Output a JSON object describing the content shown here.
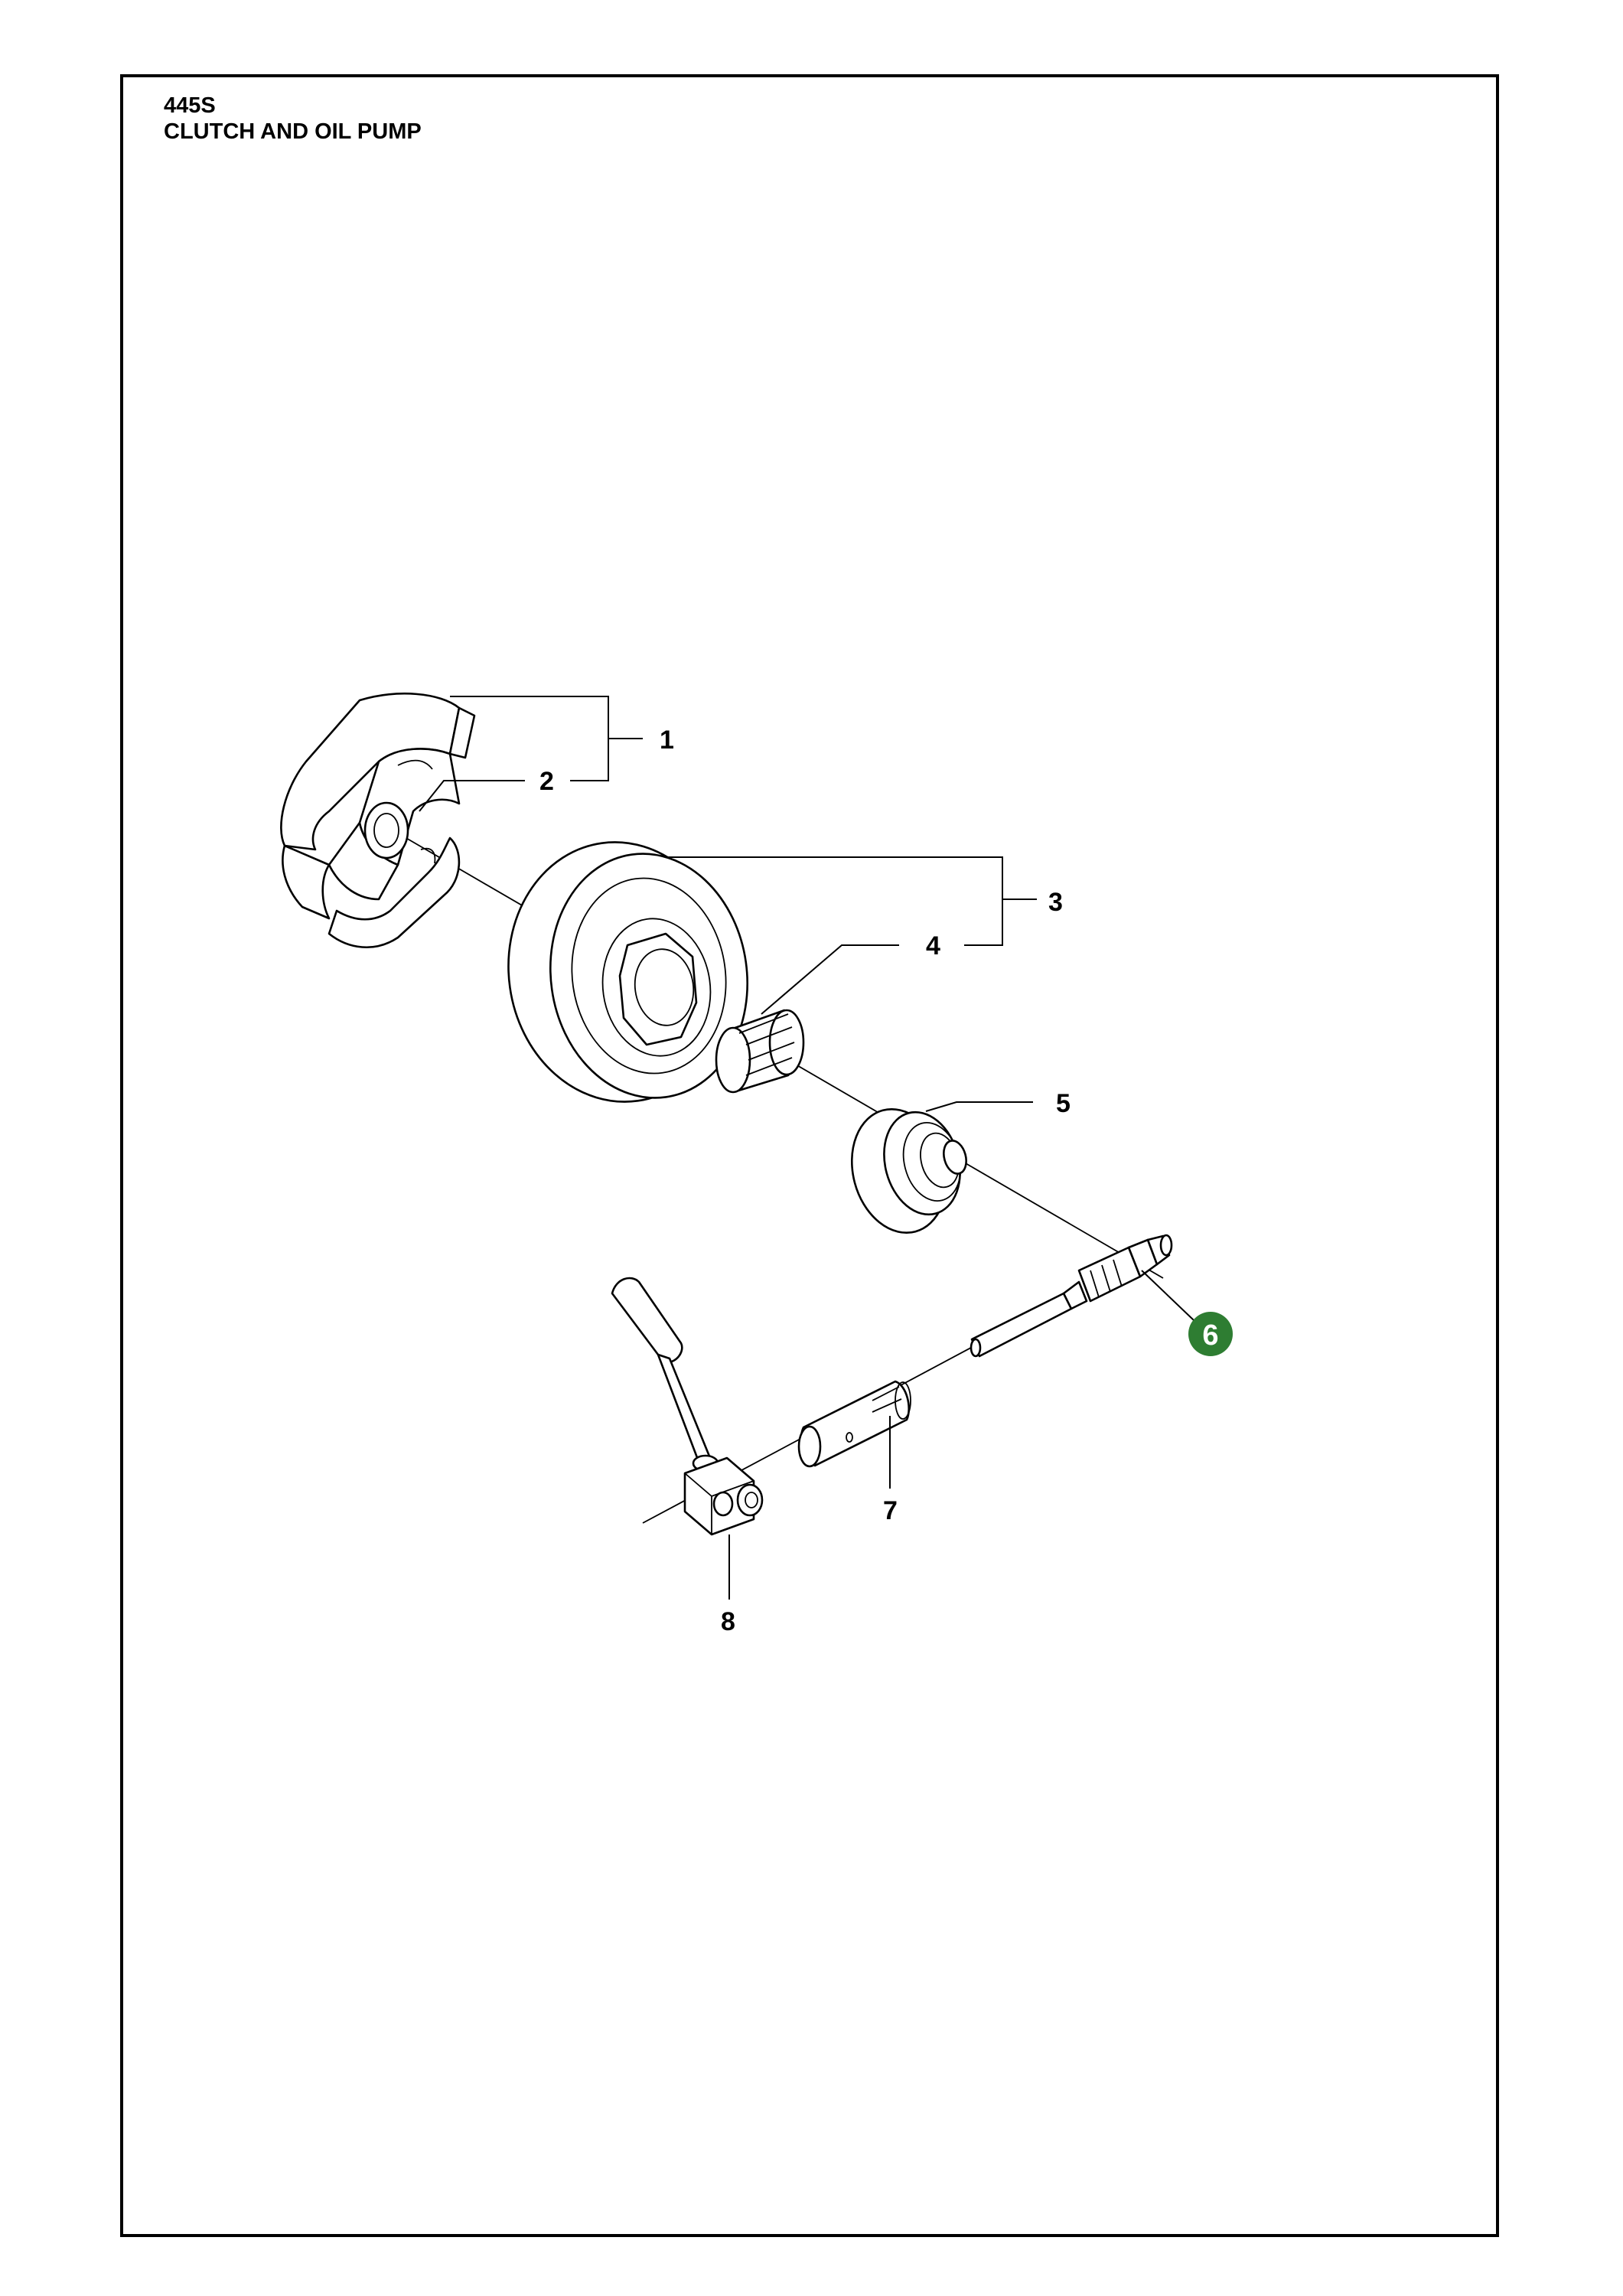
{
  "header": {
    "model": "445S",
    "title": "CLUTCH AND OIL PUMP"
  },
  "callouts": [
    {
      "number": "1"
    },
    {
      "number": "2"
    },
    {
      "number": "3"
    },
    {
      "number": "4"
    },
    {
      "number": "5"
    },
    {
      "number": "6",
      "highlighted": true
    },
    {
      "number": "7"
    },
    {
      "number": "8"
    }
  ],
  "colors": {
    "highlight": "#2e7d32",
    "line": "#000000",
    "background": "#ffffff"
  }
}
